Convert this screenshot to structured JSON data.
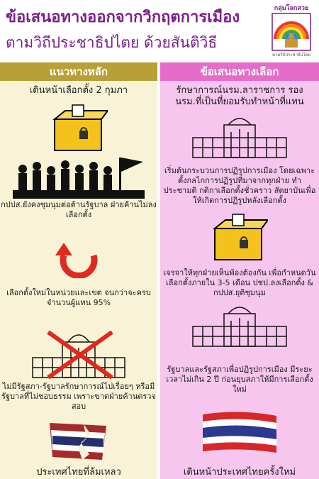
{
  "header": {
    "title_line1": "ข้อเสนอทางออกจากวิกฤตการเมือง",
    "title_line2": "ตามวิถีประชาธิปไตย ด้วยสันติวิธี"
  },
  "logo": {
    "label_top": "กลุ่มโลกสวย",
    "label_bottom": "ตามวิถีประชาธิปไตย"
  },
  "left_column": {
    "heading": "แนวทางหลัก",
    "items": [
      {
        "text": "เดินหน้าเลือกตั้ง 2 กุมภา",
        "icon": "ballot-box-icon"
      },
      {
        "text": "กปปส.ยังคงชุมนุมต่อต้านรัฐบาล ฝ่ายค้านไม่ลงเลือกตั้ง",
        "icon": "protest-crowd-icon"
      },
      {
        "text": "เลือกตั้งใหม่ในหน่วยและเขต จนกว่าจะครบจำนวนผู้แทน 95%",
        "icon": "redo-arrow-icon"
      },
      {
        "text": "ไม่มีรัฐสภา-รัฐบาลรักษาการณ์ไปเรื่อยๆ หรือมีรัฐบาลที่ไม่ชอบธรรม เพราะขาดฝ่ายค้านตรวจสอบ",
        "icon": "parliament-crossed-icon"
      },
      {
        "text": "ประเทศไทยที่ล้มเหลว",
        "icon": "torn-thai-flag-icon"
      }
    ]
  },
  "right_column": {
    "heading": "ข้อเสนอทางเลือก",
    "items": [
      {
        "text": "รักษาการณ์นรม.ลาราชการ รองนรม.ที่เป็นที่ยอมรับทำหน้าที่แทน",
        "icon": "parliament-icon"
      },
      {
        "text": "เริ่มต้นกระบวนการปฏิรูปการเมือง โดยเฉพาะตั้งกลไกการปฏิรูปที่มาจากทุกฝ่าย ทำประชามติ กติกาเลือกตั้งชั่วคราว สัตยาบันเพื่อให้เกิดการปฏิรูปหลังเลือกตั้ง",
        "icon": "ballot-box-icon"
      },
      {
        "text": "เจรจาให้ทุกฝ่ายเห็นพ้องต้องกัน เพื่อกำหนดวันเลือกตั้งภายใน 3-5 เดือน ปชป.ลงเลือกตั้ง & กปปส.ยุติชุมนุม",
        "icon": "parliament-icon"
      },
      {
        "text": "รัฐบาลและรัฐสภาเพื่อปฏิรูปการเมือง มีระยะเวลาไม่เกิน 2 ปี ก่อนยุบสภาให้มีการเลือกตั้งใหม่",
        "icon": "parliament-icon"
      },
      {
        "text": "เดินหน้าประเทศไทยครั้งใหม่",
        "icon": "thai-flag-icon"
      }
    ]
  }
}
